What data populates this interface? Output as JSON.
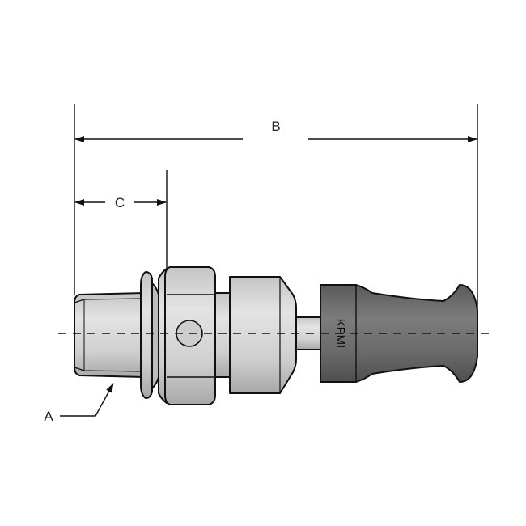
{
  "dimensions": {
    "overall_length_label": "B",
    "flange_length_label": "C",
    "thread_label": "A"
  },
  "part": {
    "brand_marking": "KPMI"
  },
  "colors": {
    "outline": "#111111",
    "body_fill": "#d6d6d6",
    "body_shade": "#b8b8b8",
    "knob_fill": "#6e6e6e",
    "centerline": "#111111"
  }
}
